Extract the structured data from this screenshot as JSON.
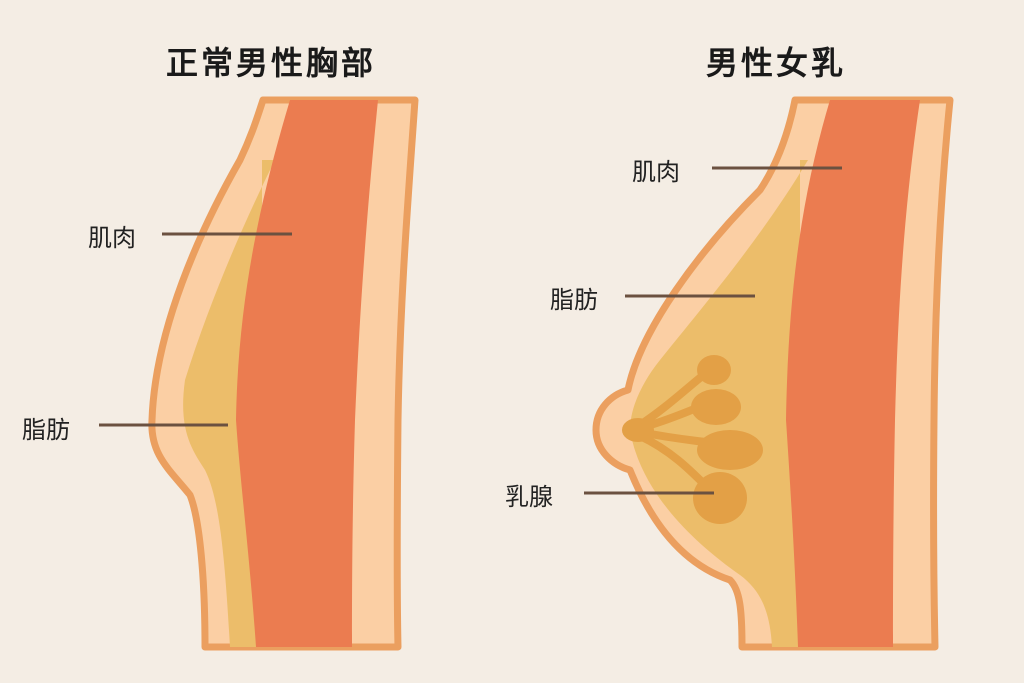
{
  "titles": {
    "left": "正常男性胸部",
    "right": "男性女乳"
  },
  "left_labels": {
    "muscle": "肌肉",
    "fat": "脂肪"
  },
  "right_labels": {
    "muscle": "肌肉",
    "fat": "脂肪",
    "gland": "乳腺"
  },
  "colors": {
    "background": "#f4ede4",
    "skin": "#fbcfa4",
    "skin_outline": "#eb9f5f",
    "fat": "#ecbd6a",
    "muscle": "#eb7c50",
    "gland": "#e3a046",
    "leader_line": "#6b5140"
  }
}
